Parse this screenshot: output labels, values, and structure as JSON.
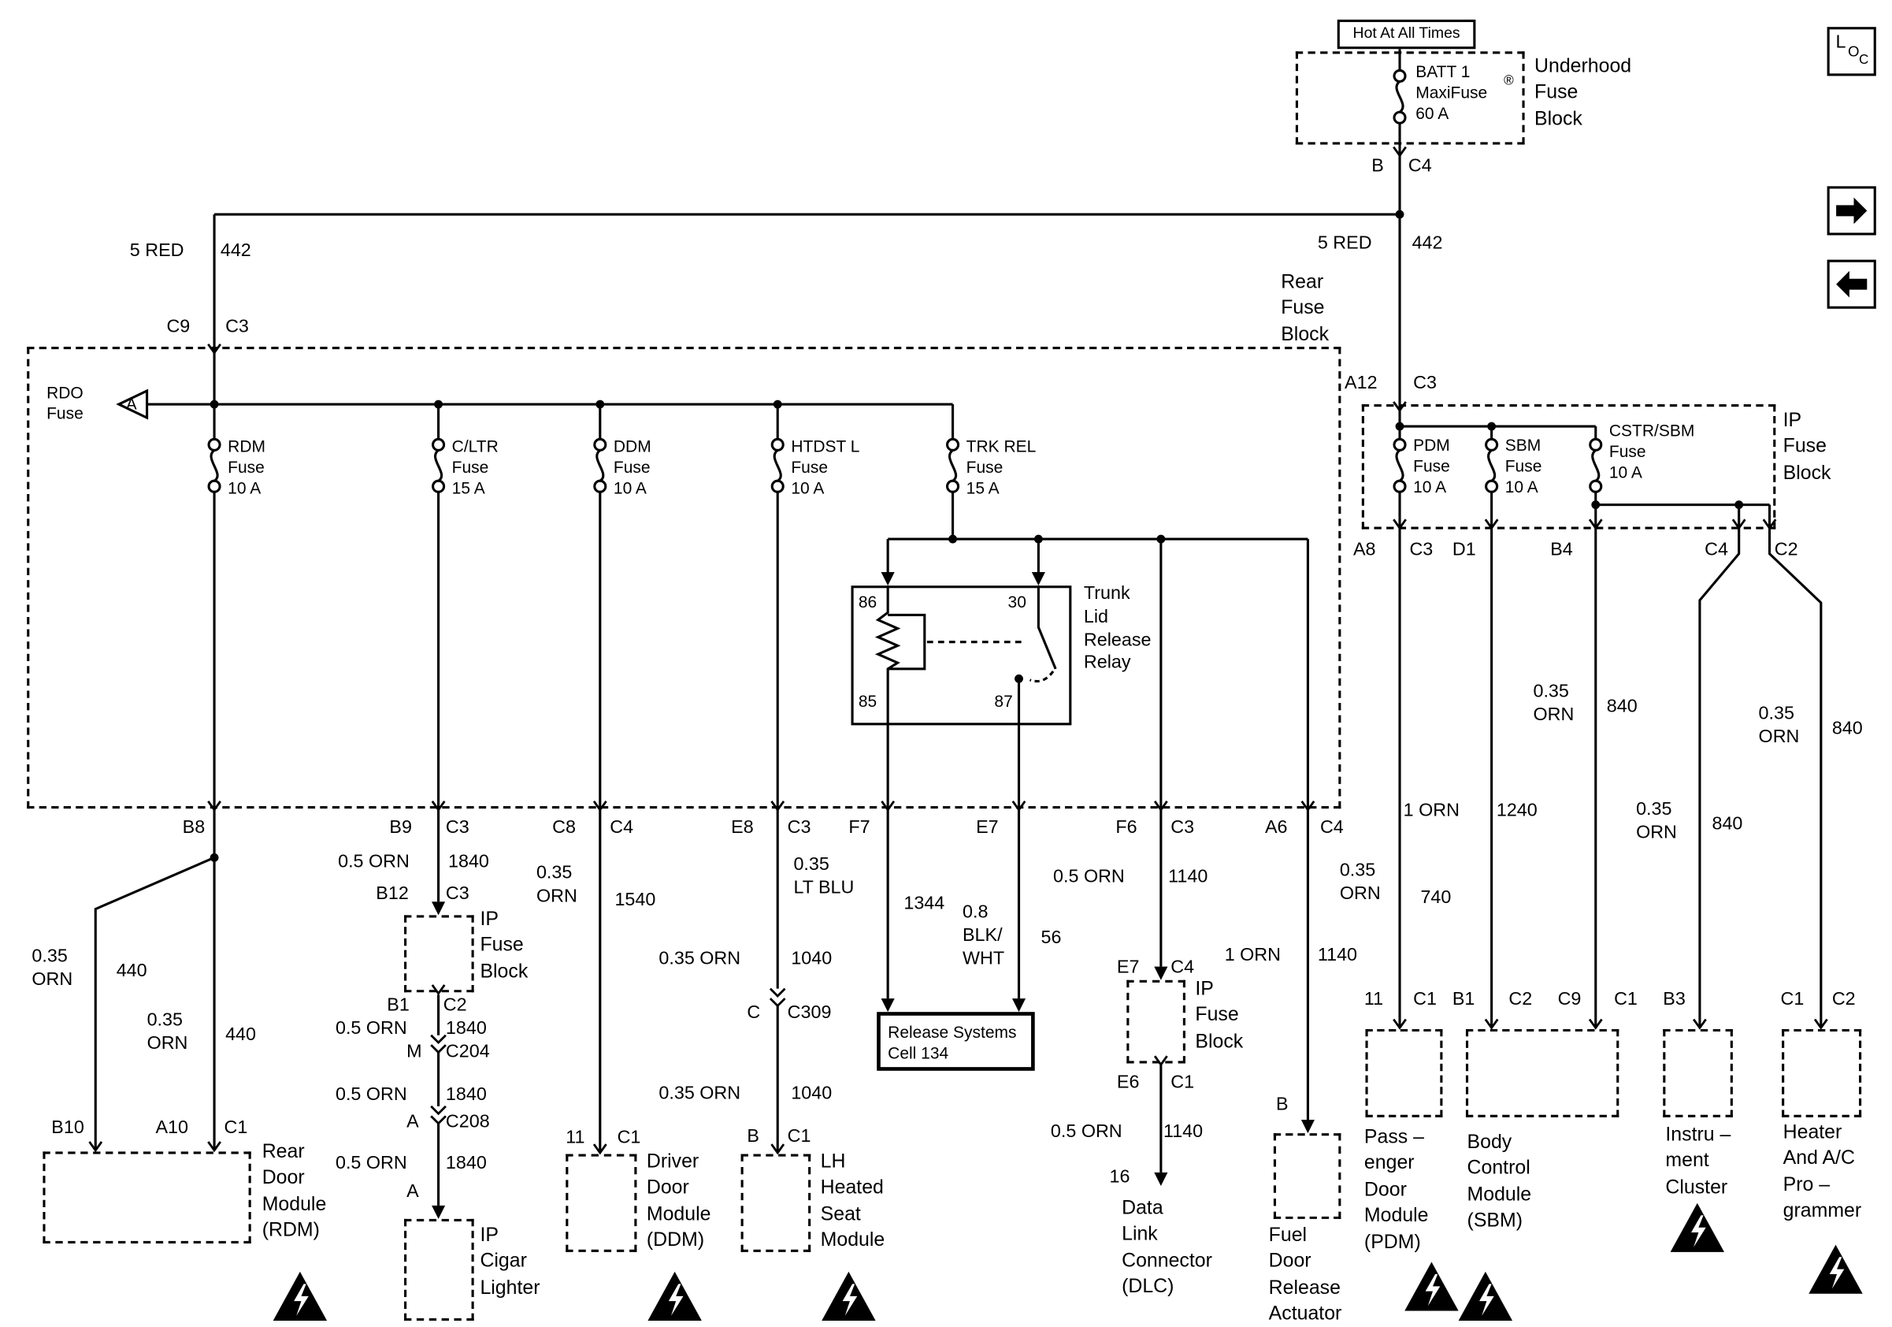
{
  "meta": {
    "ink": "#000000",
    "paper": "#ffffff"
  },
  "icons": {
    "loc": "loc-navigation-box",
    "next": "next-page-arrow",
    "back": "previous-page-arrow",
    "esd": "esd-warning-triangle"
  },
  "nav": {
    "loc_l": "L",
    "loc_o": "O",
    "loc_c": "C"
  },
  "top": {
    "hot": "Hot At All Times",
    "uh_fuse": "BATT 1\nMaxiFuse\n60 A",
    "reg": "®",
    "uh_name": "Underhood\nFuse\nBlock",
    "uh_pin": "B",
    "uh_conn": "C4",
    "feed_l": "5 RED",
    "feed_l_ckt": "442",
    "feed_r": "5 RED",
    "feed_r_ckt": "442",
    "rear_name": "Rear\nFuse\nBlock",
    "rear_pin": "C9",
    "rear_conn": "C3",
    "ip_pin": "A12",
    "ip_conn": "C3"
  },
  "rear": {
    "rdo": "RDO\nFuse",
    "rdo_ref": "A",
    "f_rdm": "RDM\nFuse\n10 A",
    "f_cltr": "C/LTR\nFuse\n15 A",
    "f_ddm": "DDM\nFuse\n10 A",
    "f_htdst": "HTDST L\nFuse\n10 A",
    "f_trkrel": "TRK REL\nFuse\n15 A",
    "x_b8": "B8",
    "x_b9": "B9",
    "x_b9c": "C3",
    "x_c8": "C8",
    "x_c8c": "C4",
    "x_e8": "E8",
    "x_e8c": "C3",
    "x_f7": "F7",
    "x_e7": "E7",
    "x_f6": "F6",
    "x_f6c": "C3",
    "x_a6": "A6",
    "x_a6c": "C4"
  },
  "relay": {
    "name": "Trunk\nLid\nRelease\nRelay",
    "p86": "86",
    "p30": "30",
    "p85": "85",
    "p87": "87"
  },
  "rdm": {
    "w1": "0.35\nORN",
    "w1c": "440",
    "w2": "0.35\nORN",
    "w2c": "440",
    "p1": "B10",
    "p2": "A10",
    "p2c": "C1",
    "module": "Rear\nDoor\nModule\n(RDM)"
  },
  "cigar": {
    "w1": "0.5 ORN",
    "w1c": "1840",
    "in_pin": "B12",
    "in_conn": "C3",
    "ip_name": "IP\nFuse\nBlock",
    "out_pin": "B1",
    "out_conn": "C2",
    "w2": "0.5 ORN",
    "w2c": "1840",
    "c204_pin": "M",
    "c204": "C204",
    "w3": "0.5 ORN",
    "w3c": "1840",
    "c208_pin": "A",
    "c208": "C208",
    "w4": "0.5 ORN",
    "w4c": "1840",
    "end_pin": "A",
    "module": "IP\nCigar\nLighter"
  },
  "ddm": {
    "w1": "0.35\nORN",
    "w1c": "1540",
    "p": "11",
    "pc": "C1",
    "module": "Driver\nDoor\nModule\n(DDM)"
  },
  "seat": {
    "w1": "0.35 ORN",
    "w1c": "1040",
    "c309_pin": "C",
    "c309": "C309",
    "w2": "0.35 ORN",
    "w2c": "1040",
    "p": "B",
    "pc": "C1",
    "module": "LH\nHeated\nSeat\nModule"
  },
  "trunk": {
    "w85": "0.35\nLT BLU",
    "w85c": "1344",
    "w87": "0.8\nBLK/\nWHT",
    "w87c": "56",
    "release": "Release Systems\nCell 134"
  },
  "dlc": {
    "w1": "0.5 ORN",
    "w1c": "1140",
    "in_pin": "E7",
    "in_conn": "C4",
    "ip_name": "IP\nFuse\nBlock",
    "out_pin": "E6",
    "out_conn": "C1",
    "w2": "0.5 ORN",
    "w2c": "1140",
    "pin": "16",
    "module": "Data\nLink\nConnector\n(DLC)"
  },
  "fuel": {
    "w1": "1 ORN",
    "w1c": "1140",
    "pin": "B",
    "module": "Fuel\nDoor\nRelease\nActuator"
  },
  "ip": {
    "f_pdm": "PDM\nFuse\n10 A",
    "f_sbm": "SBM\nFuse\n10 A",
    "f_cstr": "CSTR/SBM\nFuse\n10 A",
    "name": "IP\nFuse\nBlock",
    "x_a8": "A8",
    "x_a8c": "C3",
    "x_d1": "D1",
    "x_b4": "B4",
    "x_c4": "C4",
    "x_c2": "C2"
  },
  "pdm": {
    "w": "0.35\nORN",
    "wc": "740",
    "p": "11",
    "pc": "C1",
    "module": "Pass –\nenger\nDoor\nModule\n(PDM)"
  },
  "sbm": {
    "w1": "1 ORN",
    "w1c": "1240",
    "p1": "B1",
    "p1c": "C2",
    "w2": "0.35\nORN",
    "w2c": "840",
    "p2": "C9",
    "p2c": "C1",
    "module": "Body\nControl\nModule\n(SBM)"
  },
  "cluster": {
    "w": "0.35\nORN",
    "wc": "840",
    "p": "B3",
    "module": "Instru –\nment\nCluster"
  },
  "hvac": {
    "w": "0.35\nORN",
    "wc": "840",
    "p": "C1",
    "pc": "C2",
    "module": "Heater\nAnd A/C\nPro –\ngrammer"
  }
}
